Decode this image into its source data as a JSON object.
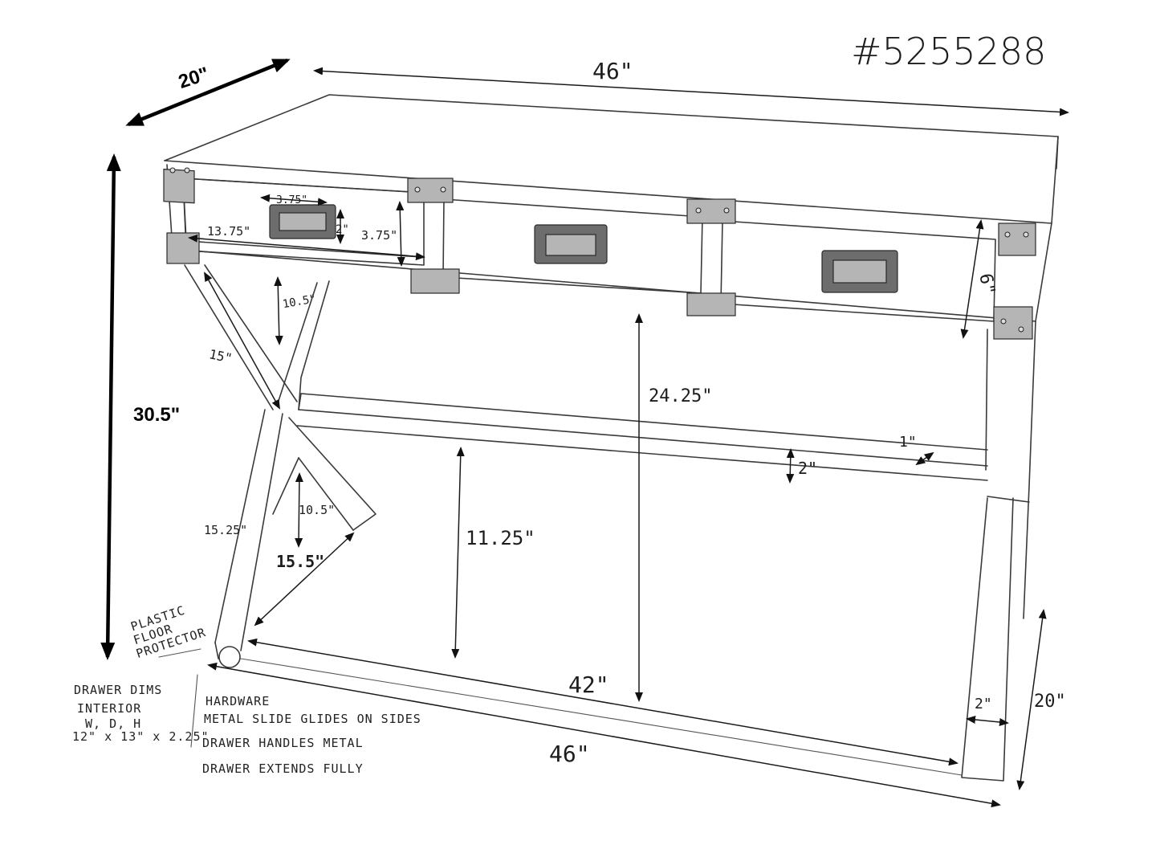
{
  "sku_label": "#5255288",
  "dimensions": {
    "overall_width_top": "46\"",
    "overall_depth": "20\"",
    "overall_height": "30.5\"",
    "floor_width": "46\"",
    "inner_leg_span": "42\"",
    "knee_clearance": "24.25\"",
    "stretcher_clearance": "11.25\"",
    "stretcher_height": "2\"",
    "stretcher_depth": "1\"",
    "leg_width": "2\"",
    "side_depth": "20\"",
    "drawer_height_right": "6\"",
    "x_upper_gap": "10.5\"",
    "x_upper_leg": "15\"",
    "x_lower_leg": "15.25\"",
    "x_lower_gap": "10.5\"",
    "x_lower_span": "15.5\""
  },
  "handle_dims": {
    "handle_width": "3.75\"",
    "handle_height": "2\"",
    "drawer_face_height": "3.75\"",
    "drawer_face_width": "13.75\""
  },
  "floor_protector_note": [
    "PLASTIC",
    "FLOOR",
    "PROTECTOR"
  ],
  "drawer_dims_note": [
    "DRAWER DIMS",
    "INTERIOR",
    "W, D, H",
    "12\" x 13\" x 2.25\""
  ],
  "hardware_note": [
    "HARDWARE",
    "METAL SLIDE GLIDES ON SIDES",
    "DRAWER HANDLES METAL",
    "DRAWER EXTENDS FULLY"
  ]
}
